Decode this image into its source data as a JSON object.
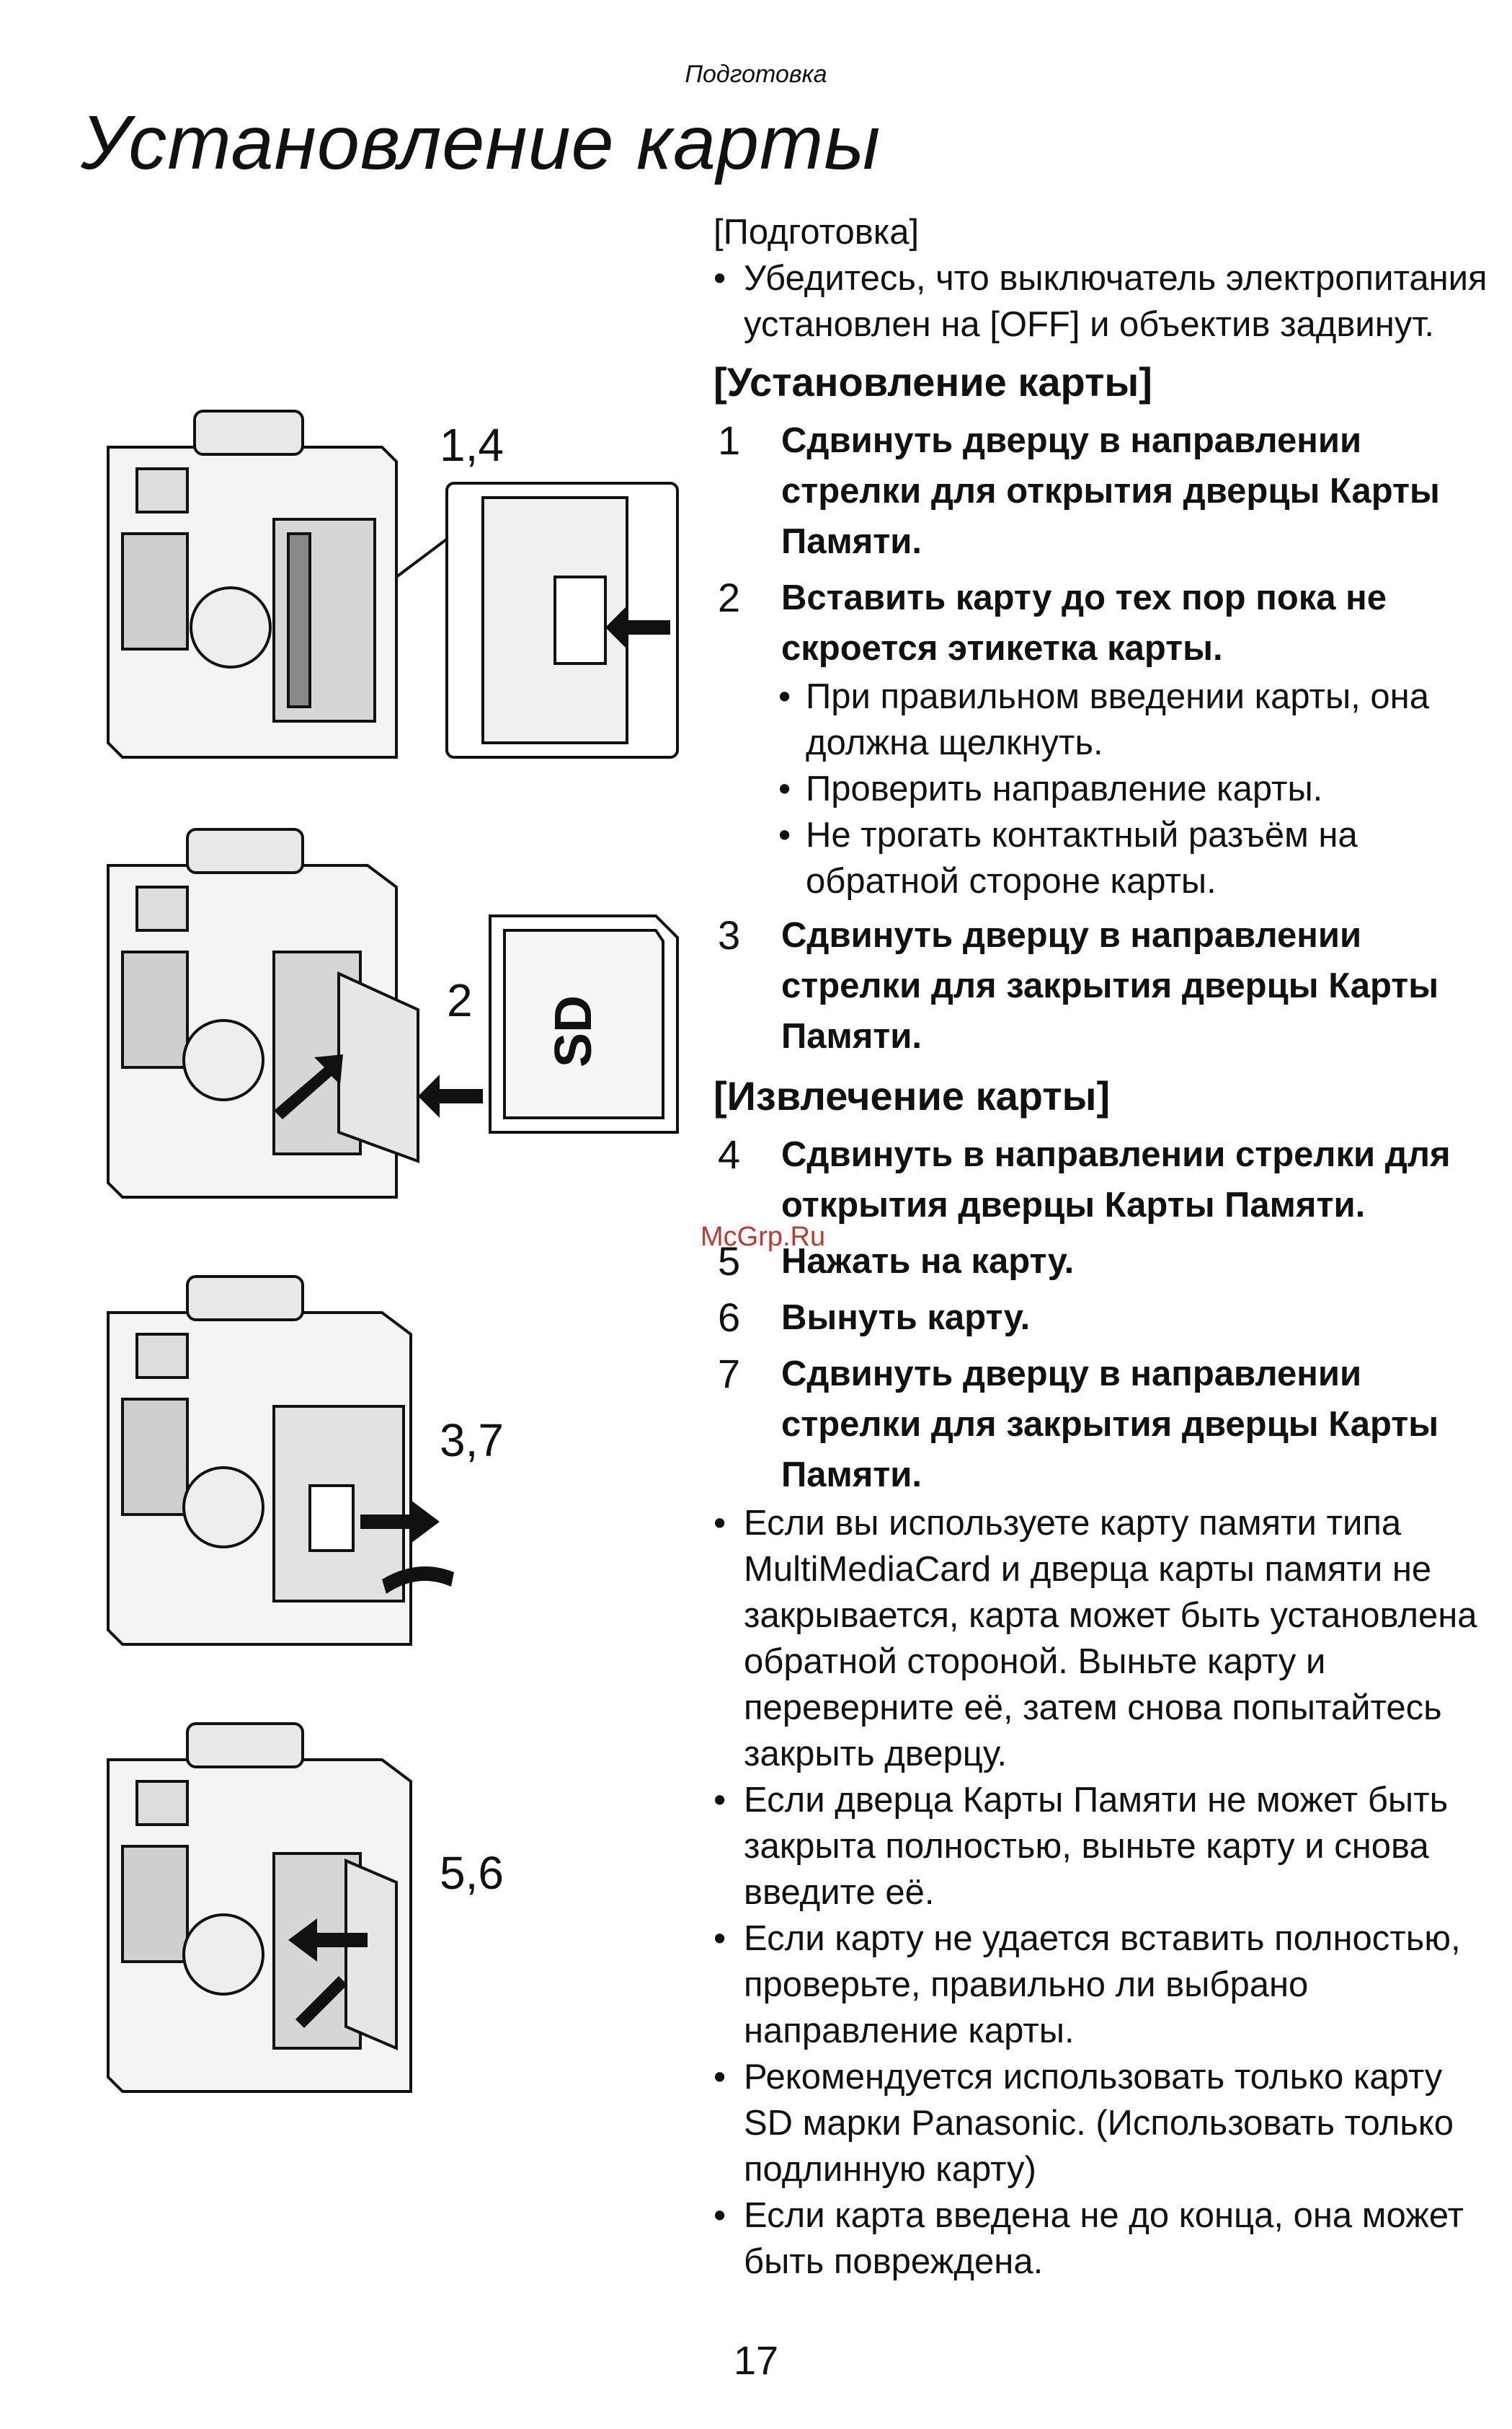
{
  "header": "Подготовка",
  "title": "Установление карты",
  "figures": [
    {
      "label": "1,4"
    },
    {
      "label": "2"
    },
    {
      "label": "3,7"
    },
    {
      "label": "5,6"
    }
  ],
  "card_logo": "SD",
  "watermark": "McGrp.Ru",
  "prep_heading": "[Подготовка]",
  "prep_bullet": "Убедитесь, что выключатель электропитания установлен на [OFF] и объектив задвинут.",
  "install_heading": "[Установление карты]",
  "install_steps": [
    {
      "num": "1",
      "text": "Сдвинуть дверцу в направлении стрелки для открытия дверцы Карты Памяти."
    },
    {
      "num": "2",
      "text": "Вставить карту до тех пор пока не скроется этикетка карты."
    }
  ],
  "install_step2_notes": [
    "При правильном введении карты, она должна щелкнуть.",
    "Проверить направление карты.",
    "Не трогать контактный разъём на обратной стороне карты."
  ],
  "install_step3": {
    "num": "3",
    "text": "Сдвинуть дверцу в направлении стрелки для закрытия дверцы Карты Памяти."
  },
  "remove_heading": "[Извлечение карты]",
  "remove_steps": [
    {
      "num": "4",
      "text": "Сдвинуть в направлении стрелки для открытия дверцы Карты Памяти."
    },
    {
      "num": "5",
      "text": "Нажать на карту."
    },
    {
      "num": "6",
      "text": "Вынуть карту."
    },
    {
      "num": "7",
      "text": "Сдвинуть дверцу в направлении стрелки для закрытия дверцы Карты Памяти."
    }
  ],
  "notes": [
    "Если вы используете карту памяти типа MultiMediaCard и дверца карты памяти не закрывается, карта может быть установлена обратной стороной. Выньте карту и переверните её, затем снова попытайтесь закрыть дверцу.",
    "Если дверца Карты Памяти не может быть закрыта полностью, выньте карту и снова введите её.",
    "Если карту не удается вставить полностью, проверьте, правильно ли выбрано направление карты.",
    "Рекомендуется использовать только карту SD марки Panasonic. (Использовать только подлинную карту)",
    "Если карта введена не до конца, она может быть повреждена."
  ],
  "page_number": "17"
}
